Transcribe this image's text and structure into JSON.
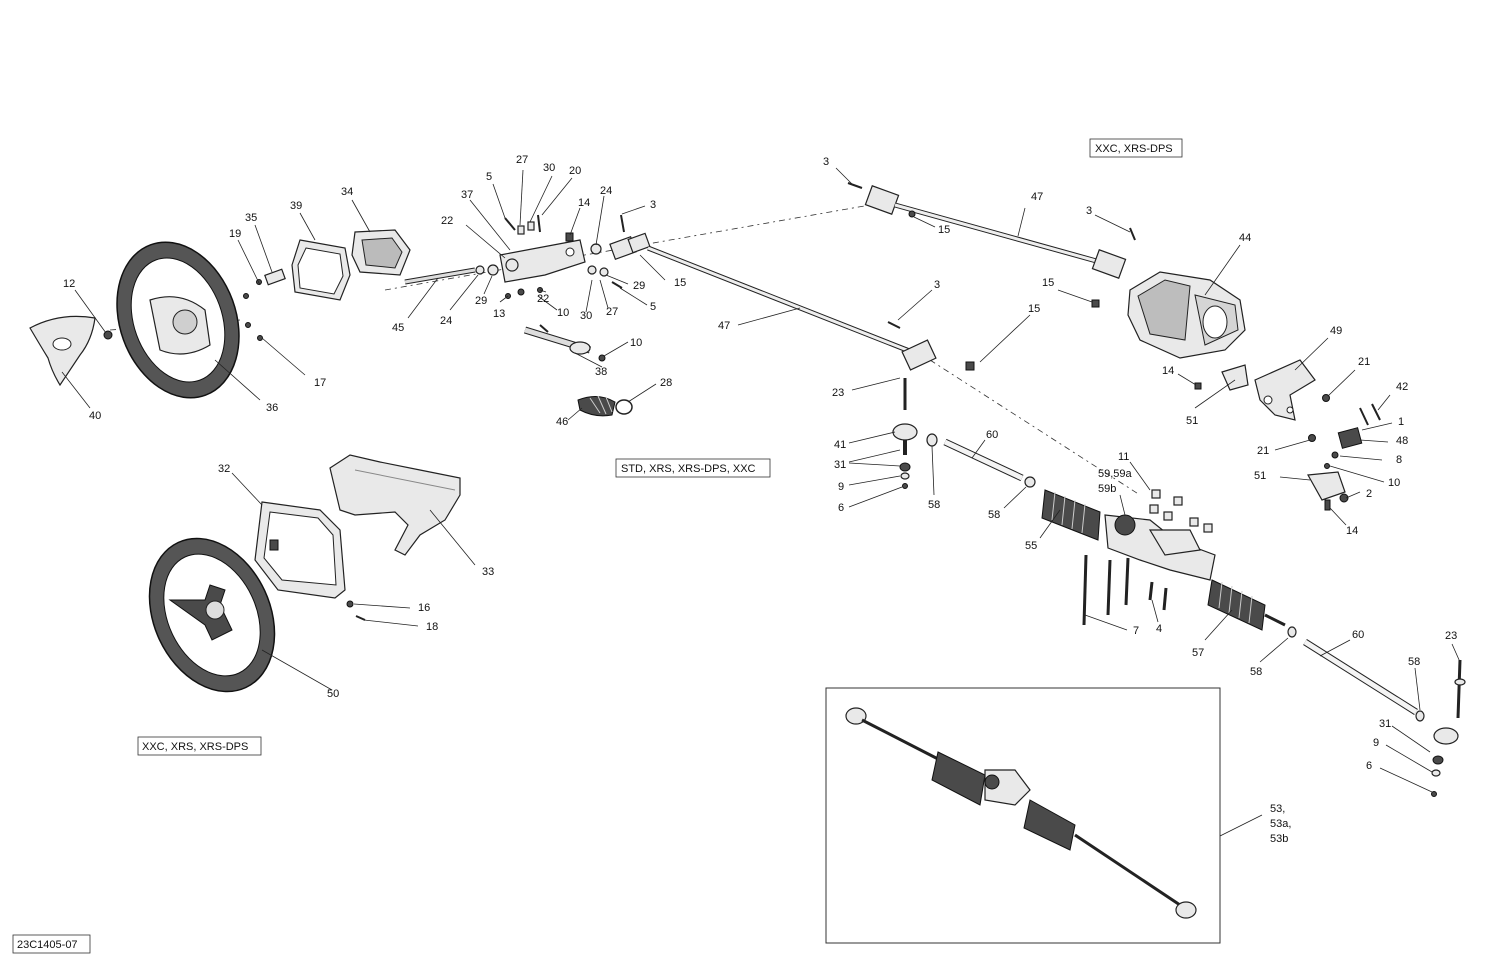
{
  "drawing_code": "23C1405-07",
  "variant_boxes": {
    "top_right": "XXC, XRS-DPS",
    "middle": "STD, XRS, XRS-DPS, XXC",
    "bottom_left": "XXC, XRS, XRS-DPS"
  },
  "callouts": {
    "c12": "12",
    "c40": "40",
    "c36": "36",
    "c17": "17",
    "c19": "19",
    "c35": "35",
    "c39": "39",
    "c34": "34",
    "c45": "45",
    "c24a": "24",
    "c29a": "29",
    "c13": "13",
    "c22a": "22",
    "c37": "37",
    "c22b": "22",
    "c5a": "5",
    "c27a": "27",
    "c30a": "30",
    "c20": "20",
    "c14a": "14",
    "c24b": "24",
    "c3a": "3",
    "c15a": "15",
    "c29b": "29",
    "c5b": "5",
    "c27b": "27",
    "c30b": "30",
    "c10a": "10",
    "c10b": "10",
    "c38": "38",
    "c28": "28",
    "c46": "46",
    "c47a": "47",
    "c3b": "3",
    "c15b": "15",
    "c47b": "47",
    "c3c": "3",
    "c44": "44",
    "c15c": "15",
    "c3d": "3",
    "c15d": "15",
    "c23a": "23",
    "c41": "41",
    "c31a": "31",
    "c9a": "9",
    "c6a": "6",
    "c58a": "58",
    "c60a": "60",
    "c58b": "58",
    "c55": "55",
    "c11": "11",
    "c59": "59,59a",
    "c59b": "59b",
    "c7": "7",
    "c4": "4",
    "c57": "57",
    "c58c": "58",
    "c60b": "60",
    "c23b": "23",
    "c58d": "58",
    "c31b": "31",
    "c9b": "9",
    "c6b": "6",
    "c49": "49",
    "c14b": "14",
    "c51a": "51",
    "c21a": "21",
    "c42": "42",
    "c1": "1",
    "c48": "48",
    "c21b": "21",
    "c8": "8",
    "c51b": "51",
    "c10c": "10",
    "c2": "2",
    "c14c": "14",
    "c32": "32",
    "c33": "33",
    "c16": "16",
    "c18": "18",
    "c50": "50",
    "c53": "53,",
    "c53a": "53a,",
    "c53b": "53b"
  }
}
